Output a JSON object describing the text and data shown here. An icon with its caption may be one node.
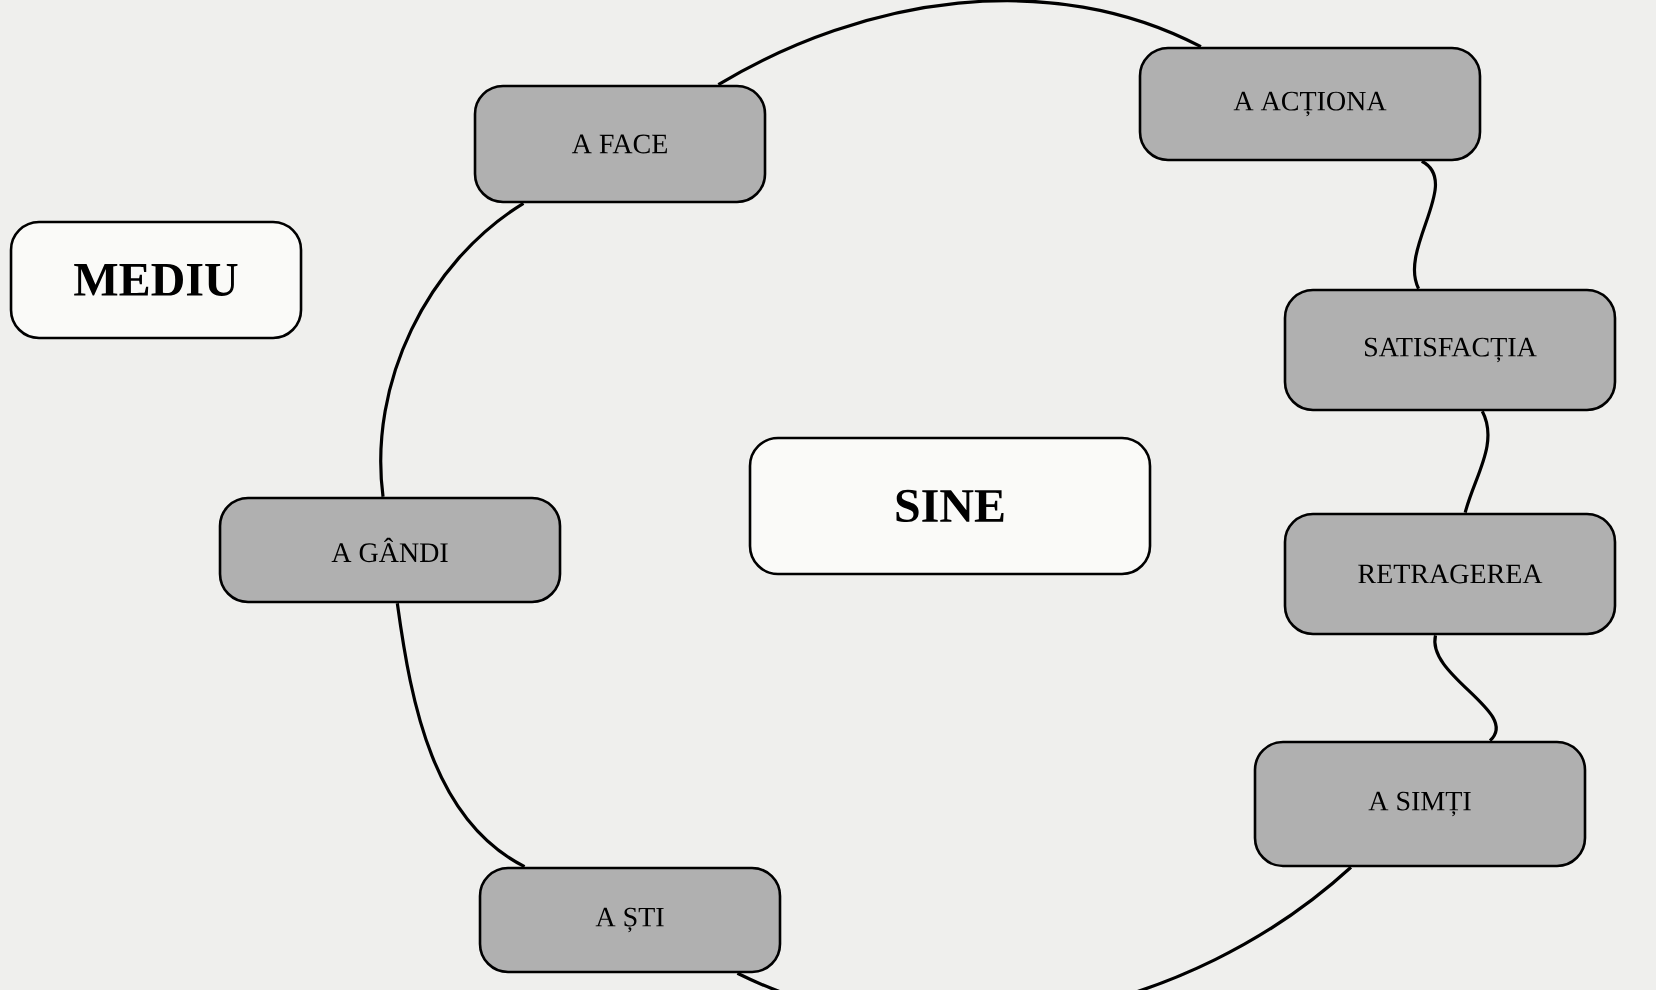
{
  "diagram": {
    "nodes": [
      {
        "text": [
          "A FACE"
        ]
      },
      {
        "text": [
          "A ACȚIONA"
        ]
      },
      {
        "text": [
          "MEDIU"
        ]
      },
      {
        "text": [
          "SATISFACȚIA"
        ]
      },
      {
        "text": [
          "SINE"
        ]
      },
      {
        "text": [
          "A GÂNDI"
        ]
      },
      {
        "text": [
          "RETRAGEREA"
        ]
      },
      {
        "text": [
          "A SIMȚI"
        ]
      },
      {
        "text": [
          "A ȘTI"
        ]
      }
    ],
    "edges": [
      {
        "from": 0,
        "to": 1,
        "arrow": "none"
      },
      {
        "from": 1,
        "to": 3,
        "arrow": "none"
      },
      {
        "from": 3,
        "to": 6,
        "arrow": "none"
      },
      {
        "from": 6,
        "to": 7,
        "arrow": "none"
      },
      {
        "from": 7,
        "to": 8,
        "arrow": "none"
      },
      {
        "from": 8,
        "to": 5,
        "arrow": "none"
      },
      {
        "from": 5,
        "to": 0,
        "arrow": "none"
      }
    ]
  }
}
